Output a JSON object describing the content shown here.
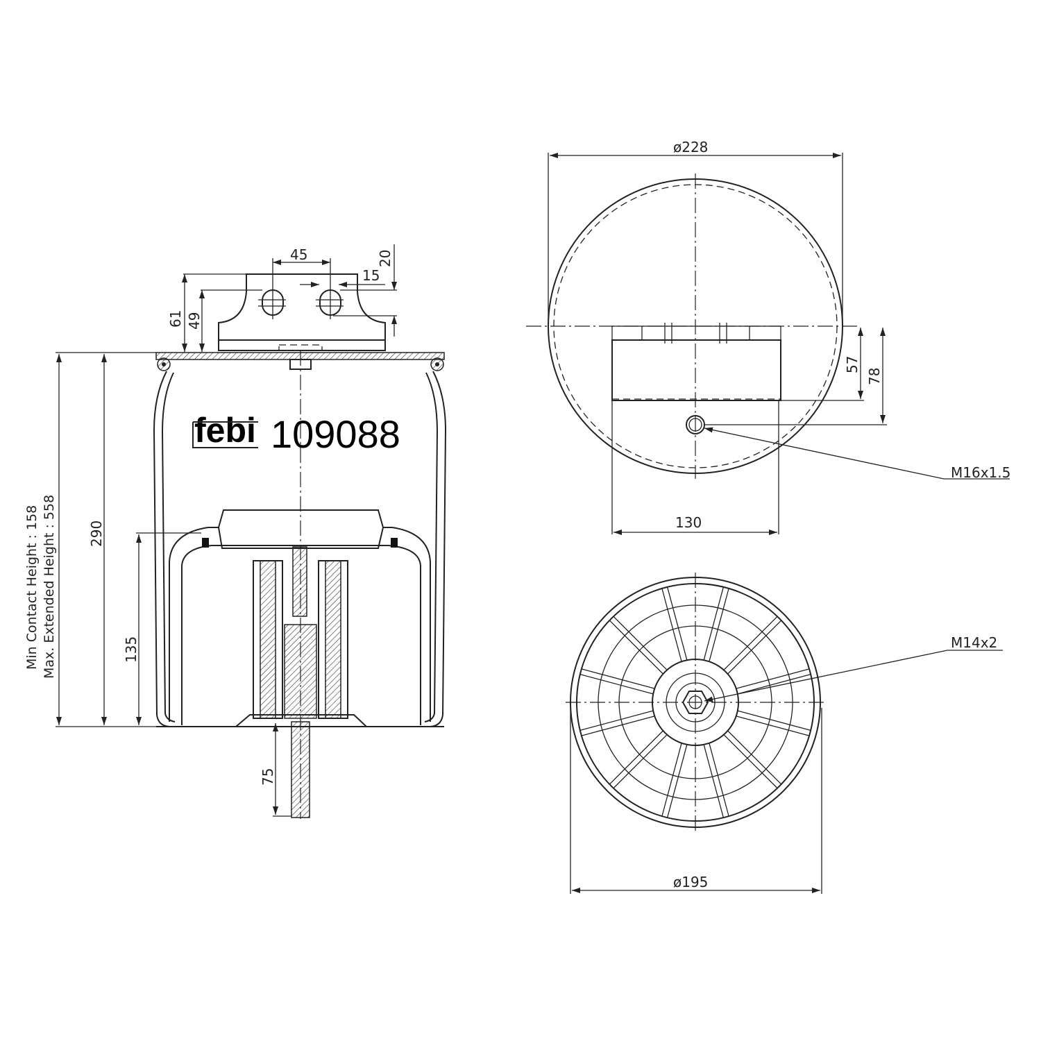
{
  "brand": {
    "logo_text": "febi",
    "part_number": "109088"
  },
  "notes": {
    "min_contact_height": "Min Contact Height : 158",
    "max_extended_height": "Max. Extended Height : 558"
  },
  "side_view": {
    "dim_45": "45",
    "dim_15": "15",
    "dim_20": "20",
    "dim_61": "61",
    "dim_49": "49",
    "dim_290": "290",
    "dim_135": "135",
    "dim_75": "75"
  },
  "top_view": {
    "dim_diameter": "ø228",
    "dim_57": "57",
    "dim_78": "78",
    "dim_130": "130",
    "thread": "M16x1.5"
  },
  "bottom_view": {
    "dim_diameter": "ø195",
    "thread": "M14x2"
  }
}
